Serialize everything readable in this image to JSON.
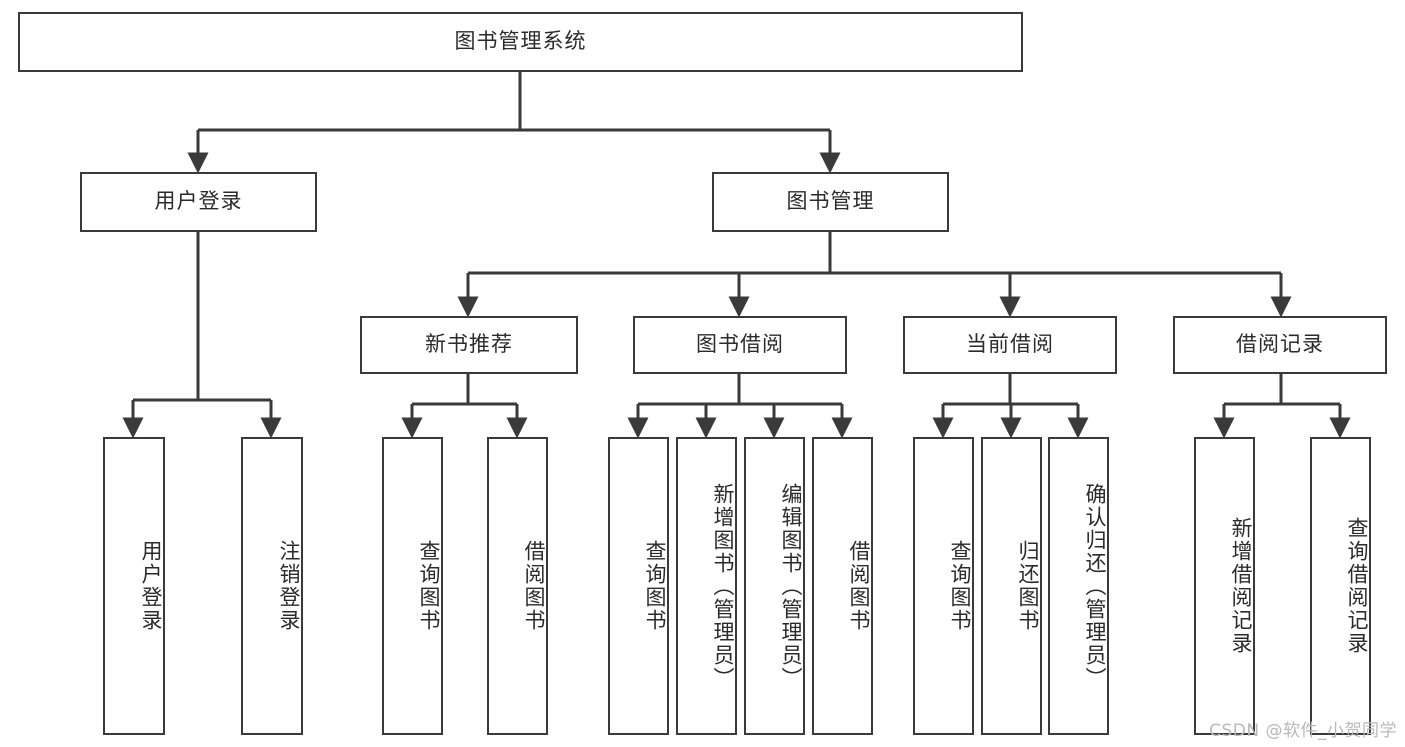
{
  "diagram": {
    "title": "图书管理系统",
    "watermark": "CSDN @软件_小贺同学",
    "line_color": "#3a3a3a",
    "text_color": "#2b2b2b",
    "background": "#ffffff"
  },
  "nodes": {
    "root": {
      "label": "图书管理系统"
    },
    "level1": [
      {
        "id": "user-login",
        "label": "用户登录"
      },
      {
        "id": "book-manage",
        "label": "图书管理"
      }
    ],
    "level2": [
      {
        "id": "new-book-recommend",
        "label": "新书推荐"
      },
      {
        "id": "book-borrow",
        "label": "图书借阅"
      },
      {
        "id": "current-borrow",
        "label": "当前借阅"
      },
      {
        "id": "borrow-record",
        "label": "借阅记录"
      }
    ],
    "leaves": {
      "user_login": [
        {
          "id": "leaf-user-login",
          "label": "用户登录"
        },
        {
          "id": "leaf-logout-login",
          "label": "注销登录"
        }
      ],
      "new_book_recommend": [
        {
          "id": "leaf-query-book-1",
          "label": "查询图书"
        },
        {
          "id": "leaf-borrow-book-1",
          "label": "借阅图书"
        }
      ],
      "book_borrow": [
        {
          "id": "leaf-query-book-2",
          "label": "查询图书"
        },
        {
          "id": "leaf-add-book",
          "label": "新增图书（管理员）"
        },
        {
          "id": "leaf-edit-book",
          "label": "编辑图书（管理员）"
        },
        {
          "id": "leaf-borrow-book-2",
          "label": "借阅图书"
        }
      ],
      "current_borrow": [
        {
          "id": "leaf-query-book-3",
          "label": "查询图书"
        },
        {
          "id": "leaf-return-book",
          "label": "归还图书"
        },
        {
          "id": "leaf-confirm-return",
          "label": "确认归还（管理员）"
        }
      ],
      "borrow_record": [
        {
          "id": "leaf-add-record",
          "label": "新增借阅记录"
        },
        {
          "id": "leaf-query-record",
          "label": "查询借阅记录"
        }
      ]
    }
  }
}
